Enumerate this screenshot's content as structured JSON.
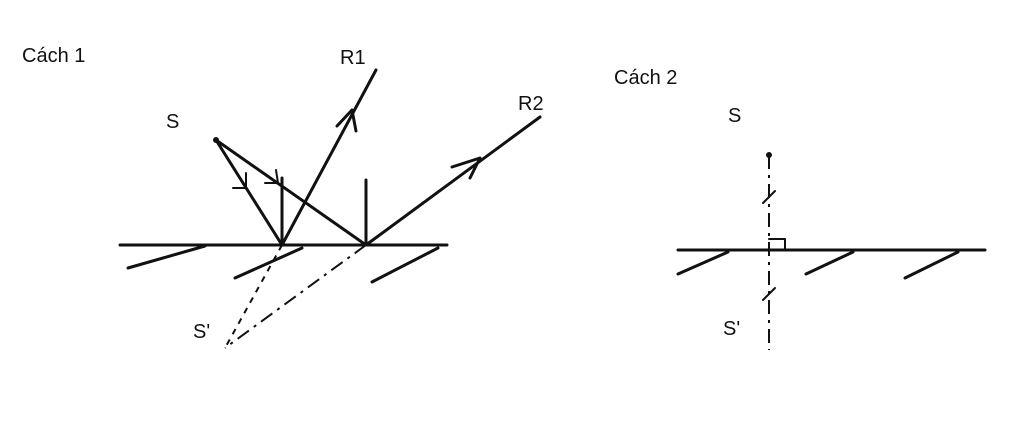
{
  "method1": {
    "title": "Cách 1",
    "source_label": "S",
    "image_label": "S'",
    "ray1_label": "R1",
    "ray2_label": "R2"
  },
  "method2": {
    "title": "Cách 2",
    "source_label": "S",
    "image_label": "S'"
  }
}
